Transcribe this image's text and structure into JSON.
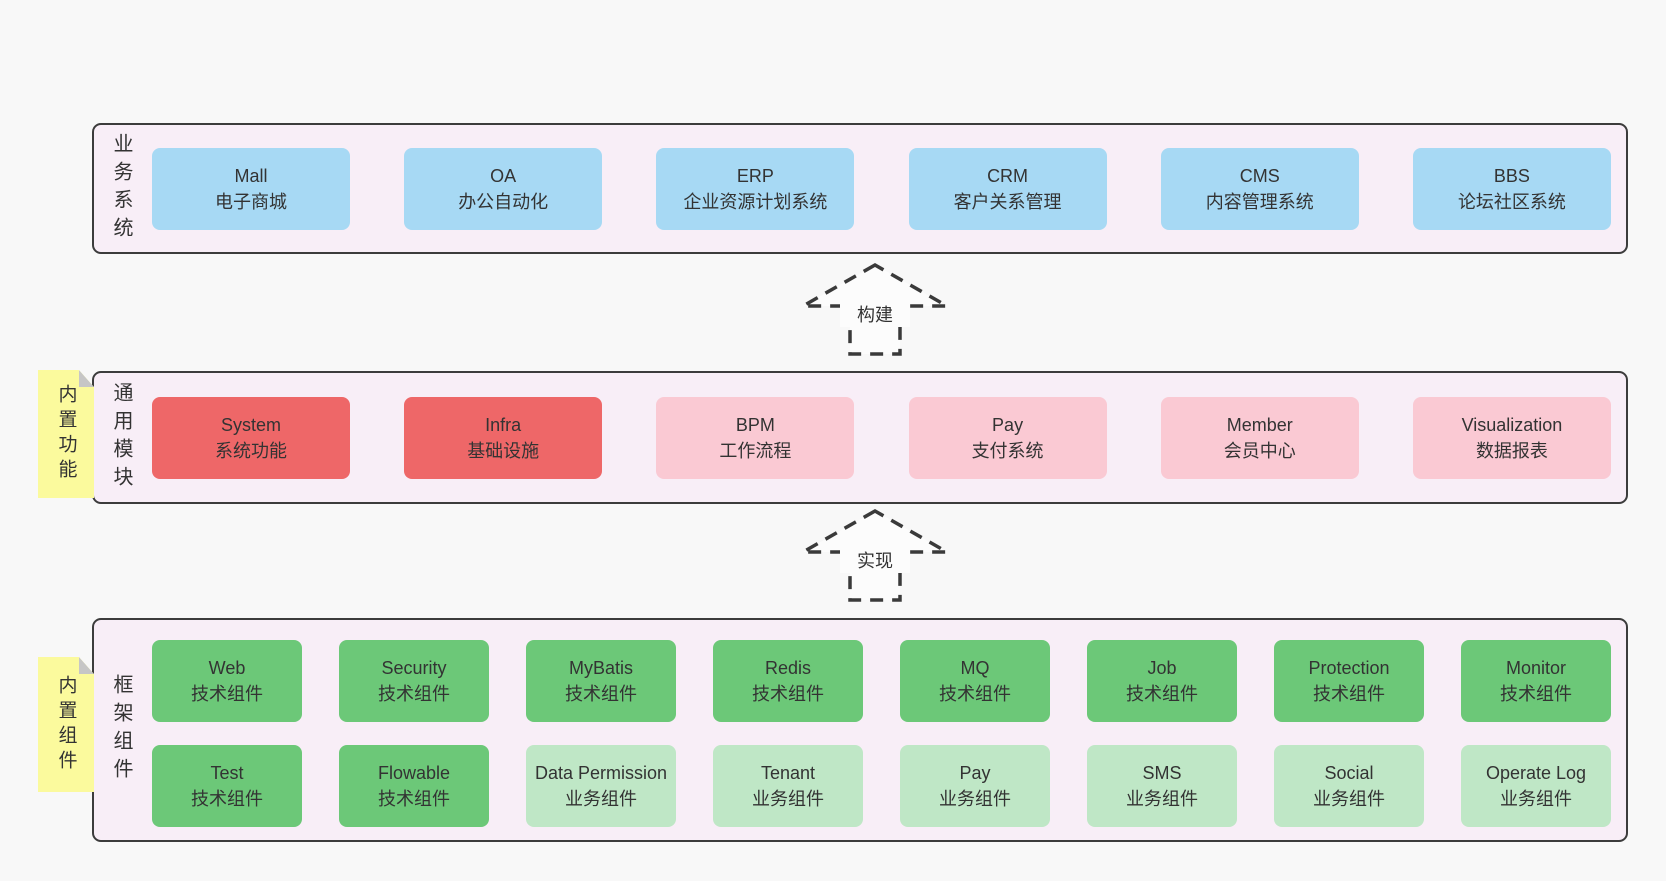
{
  "colors": {
    "canvas_bg": "#f8f8f8",
    "container_bg": "#f8eef7",
    "blue": "#a7d9f4",
    "red": "#ee6768",
    "pink": "#fac9d3",
    "green": "#6cc878",
    "lightgreen": "#bfe7c6",
    "sticky_yellow": "#fbfa9d"
  },
  "sections": {
    "business": {
      "label": "业务系统",
      "items": [
        {
          "title": "Mall",
          "subtitle": "电子商城",
          "variant": "blue"
        },
        {
          "title": "OA",
          "subtitle": "办公自动化",
          "variant": "blue"
        },
        {
          "title": "ERP",
          "subtitle": "企业资源计划系统",
          "variant": "blue"
        },
        {
          "title": "CRM",
          "subtitle": "客户关系管理",
          "variant": "blue"
        },
        {
          "title": "CMS",
          "subtitle": "内容管理系统",
          "variant": "blue"
        },
        {
          "title": "BBS",
          "subtitle": "论坛社区系统",
          "variant": "blue"
        }
      ]
    },
    "modules": {
      "label": "通用模块",
      "sticky": "内置功能",
      "items": [
        {
          "title": "System",
          "subtitle": "系统功能",
          "variant": "red"
        },
        {
          "title": "Infra",
          "subtitle": "基础设施",
          "variant": "red"
        },
        {
          "title": "BPM",
          "subtitle": "工作流程",
          "variant": "pink"
        },
        {
          "title": "Pay",
          "subtitle": "支付系统",
          "variant": "pink"
        },
        {
          "title": "Member",
          "subtitle": "会员中心",
          "variant": "pink"
        },
        {
          "title": "Visualization",
          "subtitle": "数据报表",
          "variant": "pink"
        }
      ]
    },
    "components": {
      "label": "框架组件",
      "sticky": "内置组件",
      "row1": [
        {
          "title": "Web",
          "subtitle": "技术组件",
          "variant": "green"
        },
        {
          "title": "Security",
          "subtitle": "技术组件",
          "variant": "green"
        },
        {
          "title": "MyBatis",
          "subtitle": "技术组件",
          "variant": "green"
        },
        {
          "title": "Redis",
          "subtitle": "技术组件",
          "variant": "green"
        },
        {
          "title": "MQ",
          "subtitle": "技术组件",
          "variant": "green"
        },
        {
          "title": "Job",
          "subtitle": "技术组件",
          "variant": "green"
        },
        {
          "title": "Protection",
          "subtitle": "技术组件",
          "variant": "green"
        },
        {
          "title": "Monitor",
          "subtitle": "技术组件",
          "variant": "green"
        }
      ],
      "row2": [
        {
          "title": "Test",
          "subtitle": "技术组件",
          "variant": "green"
        },
        {
          "title": "Flowable",
          "subtitle": "技术组件",
          "variant": "green"
        },
        {
          "title": "Data Permission",
          "subtitle": "业务组件",
          "variant": "lightgreen"
        },
        {
          "title": "Tenant",
          "subtitle": "业务组件",
          "variant": "lightgreen"
        },
        {
          "title": "Pay",
          "subtitle": "业务组件",
          "variant": "lightgreen"
        },
        {
          "title": "SMS",
          "subtitle": "业务组件",
          "variant": "lightgreen"
        },
        {
          "title": "Social",
          "subtitle": "业务组件",
          "variant": "lightgreen"
        },
        {
          "title": "Operate Log",
          "subtitle": "业务组件",
          "variant": "lightgreen"
        }
      ]
    }
  },
  "arrows": {
    "build": "构建",
    "implement": "实现"
  }
}
